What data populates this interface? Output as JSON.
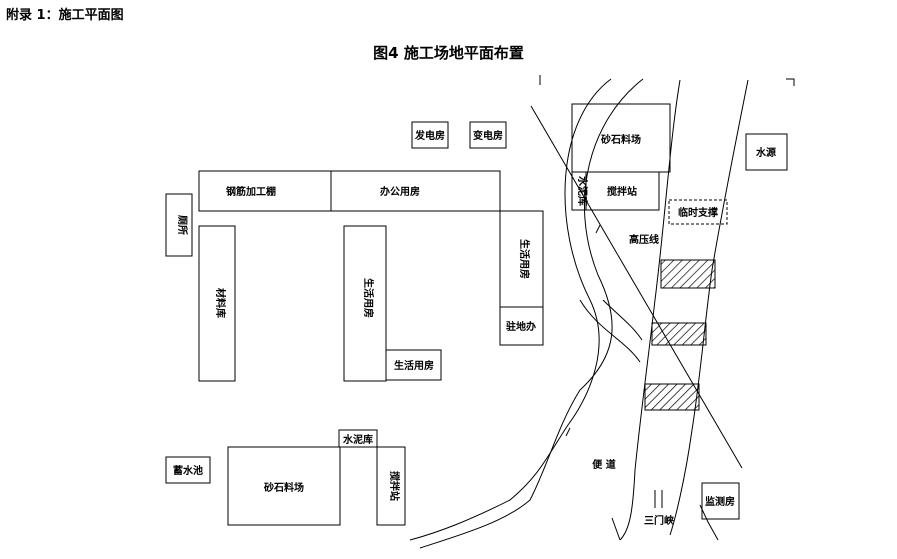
{
  "header": {
    "appendix_label": "附录 1：施工平面图"
  },
  "diagram": {
    "title": "图4  施工场地平面布置",
    "labels": {
      "power_room": "发电房",
      "transformer_room": "变电房",
      "gravel_yard_top": "砂石料场",
      "water_source": "水源",
      "cement_store_top": "水泥库",
      "mixing_station_top": "搅拌站",
      "temp_support": "临时支撑",
      "high_voltage_line": "高压线",
      "rebar_shed": "钢筋加工棚",
      "office": "办公用房",
      "toilet": "厕所",
      "lumber_shed": "材料库",
      "living_a": "生活用房",
      "living_b": "生活用房",
      "living_c": "生活用房",
      "site_office": "驻地办",
      "cement_store_bottom": "水泥库",
      "reservoir": "蓄水池",
      "gravel_yard_bottom": "砂石料场",
      "mixing_station_bottom": "搅拌站",
      "detour": "便 道",
      "sanmen_gorge": "三门峡",
      "monitor_room": "监测房"
    }
  }
}
